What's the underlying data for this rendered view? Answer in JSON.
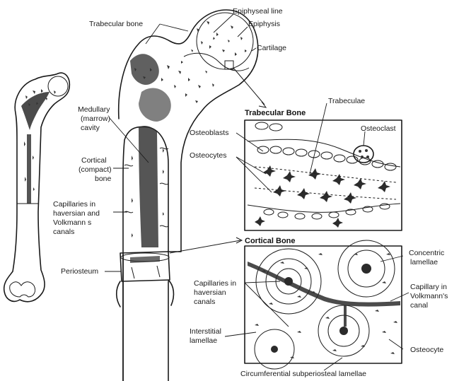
{
  "labels": {
    "epiphyseal_line": "Epiphyseal line",
    "trabecular_bone_top": "Trabecular bone",
    "epiphysis": "Epiphysis",
    "cartilage": "Cartilage",
    "medullary_1": "Medullary",
    "medullary_2": "(marrow)",
    "medullary_3": "cavity",
    "cortical_1": "Cortical",
    "cortical_2": "(compact)",
    "cortical_3": "bone",
    "capillaries_left_1": "Capillaries in",
    "capillaries_left_2": "haversian and",
    "capillaries_left_3": "Volkmann s",
    "capillaries_left_4": "canals",
    "periosteum": "Periosteum",
    "trabecular_bone_title": "Trabecular Bone",
    "trabeculae": "Trabeculae",
    "osteoclast": "Osteoclast",
    "osteoblasts": "Osteoblasts",
    "osteocytes": "Osteocytes",
    "cortical_bone_title": "Cortical Bone",
    "concentric_1": "Concentric",
    "concentric_2": "lamellae",
    "capillaries_hav_1": "Capillaries in",
    "capillaries_hav_2": "haversian",
    "capillaries_hav_3": "canals",
    "capillary_volk_1": "Capillary in",
    "capillary_volk_2": "Volkmann's",
    "capillary_volk_3": "canal",
    "interstitial_1": "Interstitial",
    "interstitial_2": "lamellae",
    "osteocyte": "Osteocyte",
    "circumferential": "Circumferential subperiosteal lamellae"
  }
}
